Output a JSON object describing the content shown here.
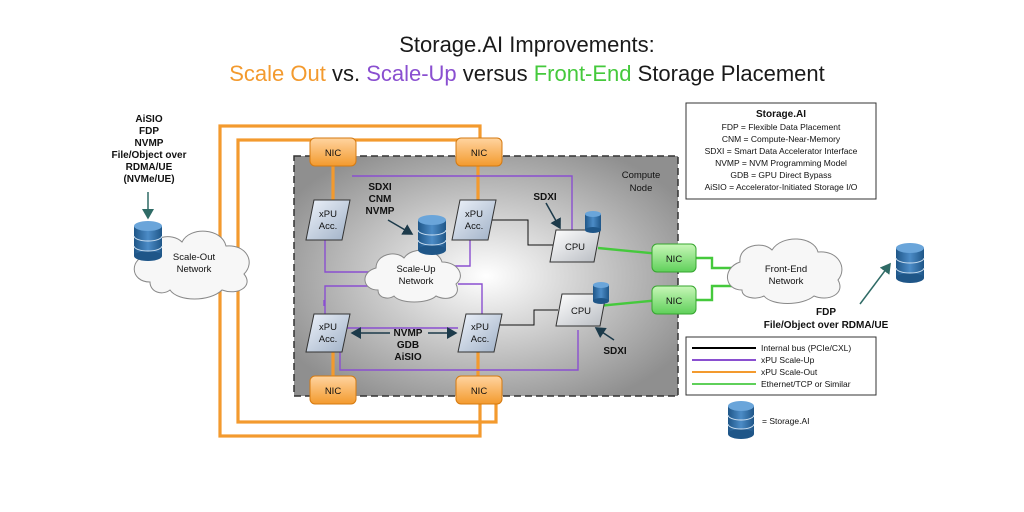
{
  "title": {
    "line1": "Storage.AI Improvements:",
    "scale_out": "Scale Out",
    "vs": " vs. ",
    "scale_up": "Scale-Up",
    "versus": " versus ",
    "front_end": "Front-End",
    "placement": " Storage Placement"
  },
  "left_protocols": [
    "AiSIO",
    "FDP",
    "NVMP",
    "File/Object over",
    "RDMA/UE",
    "(NVMe/UE)"
  ],
  "clouds": {
    "scale_out": [
      "Scale-Out",
      "Network"
    ],
    "scale_up": [
      "Scale-Up",
      "Network"
    ],
    "front_end": [
      "Front-End",
      "Network"
    ]
  },
  "compute_node": [
    "Compute",
    "Node"
  ],
  "nic_label": "NIC",
  "xpu_label": [
    "xPU",
    "Acc."
  ],
  "cpu_label": "CPU",
  "annotations": {
    "top_stack": [
      "SDXI",
      "CNM",
      "NVMP"
    ],
    "sdxi_top": "SDXI",
    "bottom_stack": [
      "NVMP",
      "GDB",
      "AiSIO"
    ],
    "sdxi_bottom": "SDXI",
    "right_fdp": [
      "FDP",
      "File/Object over RDMA/UE"
    ]
  },
  "glossary": {
    "title": "Storage.AI",
    "items": [
      "FDP = Flexible Data Placement",
      "CNM = Compute-Near-Memory",
      "SDXI = Smart Data Accelerator Interface",
      "NVMP = NVM Programming Model",
      "GDB = GPU Direct Bypass",
      "AiSIO = Accelerator-Initiated Storage I/O"
    ]
  },
  "legend": {
    "items": [
      {
        "label": "Internal bus (PCIe/CXL)",
        "color": "#000000"
      },
      {
        "label": "xPU Scale-Up",
        "color": "#8a4fd0"
      },
      {
        "label": "xPU Scale-Out",
        "color": "#f39a2e"
      },
      {
        "label": "Ethernet/TCP or Similar",
        "color": "#5fd05a"
      }
    ],
    "storage_label": "= Storage.AI"
  },
  "colors": {
    "orange": "#f39a2e",
    "purple": "#8a4fd0",
    "green": "#45c93c",
    "storage_blue": "#2f6fa8"
  }
}
